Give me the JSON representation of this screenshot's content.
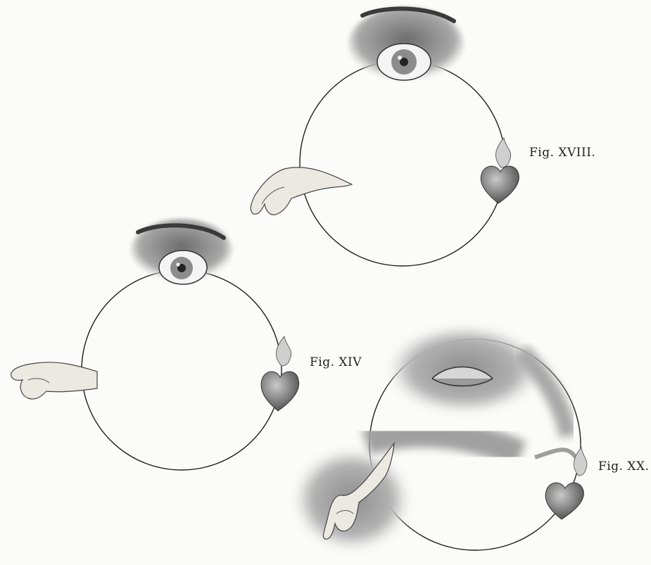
{
  "figures": [
    {
      "id": "xviii",
      "label": "Fig. XVIII."
    },
    {
      "id": "xiv",
      "label": "Fig. XIV"
    },
    {
      "id": "xx",
      "label": "Fig. XX."
    }
  ],
  "colors": {
    "paper": "#fbfbfa",
    "ink": "#222222",
    "shade": "#8a8a8a",
    "cloud": "#9a9a9a",
    "skin": "#e9e4dd"
  }
}
